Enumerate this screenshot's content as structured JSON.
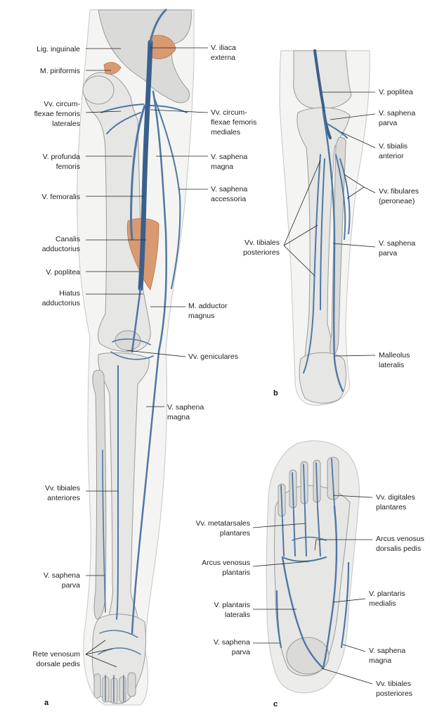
{
  "panels": {
    "a": "a",
    "b": "b",
    "c": "c"
  },
  "labels_a": {
    "lig_inguinale": "Lig. inguinale",
    "m_piriformis": "M. piriformis",
    "vv_circum_lat_1": "Vv. circum-",
    "vv_circum_lat_2": "flexae femoris",
    "vv_circum_lat_3": "laterales",
    "v_profunda_1": "V. profunda",
    "v_profunda_2": "femoris",
    "v_femoralis": "V. femoralis",
    "canalis_1": "Canalis",
    "canalis_2": "adductorius",
    "v_poplitea": "V. poplitea",
    "hiatus_1": "Hiatus",
    "hiatus_2": "adductorius",
    "vv_tib_ant_1": "Vv. tibiales",
    "vv_tib_ant_2": "anteriores",
    "v_saph_parva_1": "V. saphena",
    "v_saph_parva_2": "parva",
    "rete_1": "Rete venosum",
    "rete_2": "dorsale pedis",
    "v_iliaca_1": "V. iliaca",
    "v_iliaca_2": "externa",
    "vv_circum_med_1": "Vv. circum-",
    "vv_circum_med_2": "flexae femoris",
    "vv_circum_med_3": "mediales",
    "v_saph_magna_1": "V. saphena",
    "v_saph_magna_2": "magna",
    "v_saph_acc_1": "V. saphena",
    "v_saph_acc_2": "accessoria",
    "m_adductor_1": "M. adductor",
    "m_adductor_2": "magnus",
    "vv_genic": "Vv. geniculares",
    "v_saph_magna_low_1": "V. saphena",
    "v_saph_magna_low_2": "magna"
  },
  "labels_b": {
    "v_poplitea": "V. poplitea",
    "v_saph_parva_1": "V. saphena",
    "v_saph_parva_2": "parva",
    "v_tib_ant_1": "V. tibialis",
    "v_tib_ant_2": "anterior",
    "vv_fib_1": "Vv. fibulares",
    "vv_fib_2": "(peroneae)",
    "vv_tib_post_1": "Vv. tibiales",
    "vv_tib_post_2": "posteriores",
    "v_saph_parva_low_1": "V. saphena",
    "v_saph_parva_low_2": "parva",
    "malleolus_1": "Malleolus",
    "malleolus_2": "lateralis"
  },
  "labels_c": {
    "vv_digit_1": "Vv. digitales",
    "vv_digit_2": "plantares",
    "vv_meta_1": "Vv. metatarsales",
    "vv_meta_2": "plantares",
    "arcus_dors_1": "Arcus venosus",
    "arcus_dors_2": "dorsalis pedis",
    "arcus_plant_1": "Arcus venosus",
    "arcus_plant_2": "plantaris",
    "v_plant_med_1": "V. plantaris",
    "v_plant_med_2": "medialis",
    "v_plant_lat_1": "V. plantaris",
    "v_plant_lat_2": "lateralis",
    "v_saph_parva_1": "V. saphena",
    "v_saph_parva_2": "parva",
    "v_saph_magna_1": "V. saphena",
    "v_saph_magna_2": "magna",
    "vv_tib_post_1": "Vv. tibiales",
    "vv_tib_post_2": "posteriores"
  },
  "colors": {
    "vein": "#4f77a3",
    "vein_dark": "#3a5f8c",
    "bone": "#e6e6e4",
    "skin": "#f4f4f2",
    "muscle": "#d99a72",
    "label_text": "#1e1e1e"
  }
}
